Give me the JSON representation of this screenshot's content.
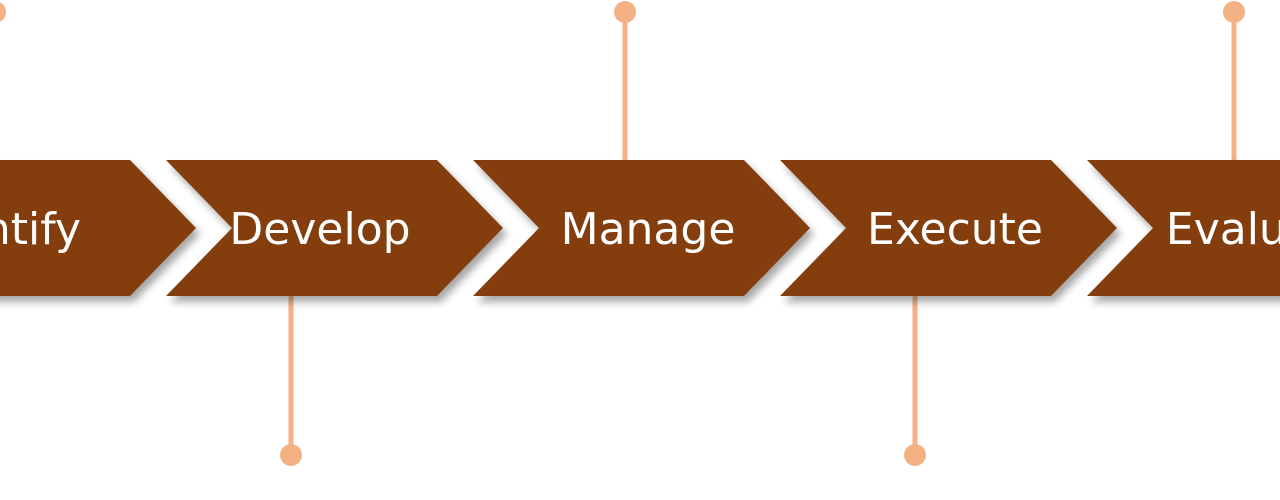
{
  "process": {
    "steps": [
      {
        "label": "Identify",
        "connector": "top"
      },
      {
        "label": "Develop",
        "connector": "bottom"
      },
      {
        "label": "Manage",
        "connector": "top"
      },
      {
        "label": "Execute",
        "connector": "bottom"
      },
      {
        "label": "Evaluate",
        "connector": "top"
      }
    ]
  },
  "colors": {
    "chevron_fill": "#843C0C",
    "connector": "#F4B183",
    "label_text": "#FFFFFF",
    "background": "#FFFFFF"
  }
}
